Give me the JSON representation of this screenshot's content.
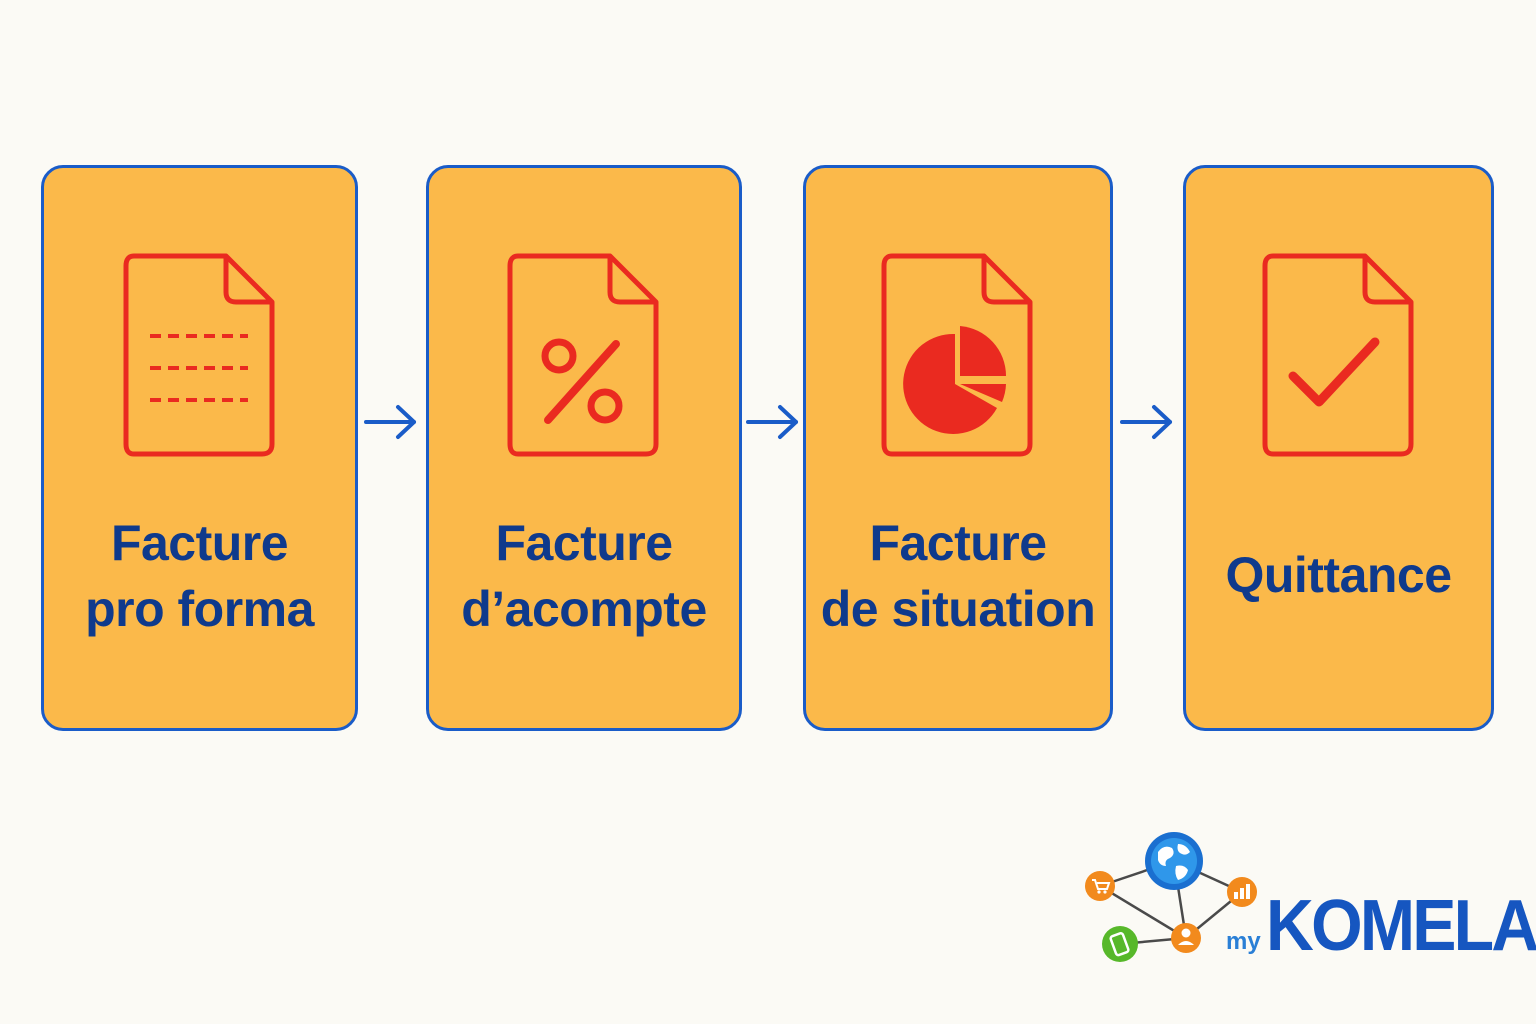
{
  "steps": [
    {
      "line1": "Facture",
      "line2": "pro forma",
      "icon": "document-lines-icon"
    },
    {
      "line1": "Facture",
      "line2": "d’acompte",
      "icon": "document-percent-icon"
    },
    {
      "line1": "Facture",
      "line2": "de situation",
      "icon": "document-pie-chart-icon"
    },
    {
      "line1": "Quittance",
      "icon": "document-check-icon"
    }
  ],
  "connector": "arrow-right-icon",
  "logo": {
    "prefix": "my",
    "name": "KOMELA"
  },
  "colors": {
    "background": "#fbfaf5",
    "card_fill": "#fbb94a",
    "card_border": "#1a5cc8",
    "icon": "#ea2a20",
    "title": "#0f3a8c",
    "arrow": "#1a5cc8"
  }
}
